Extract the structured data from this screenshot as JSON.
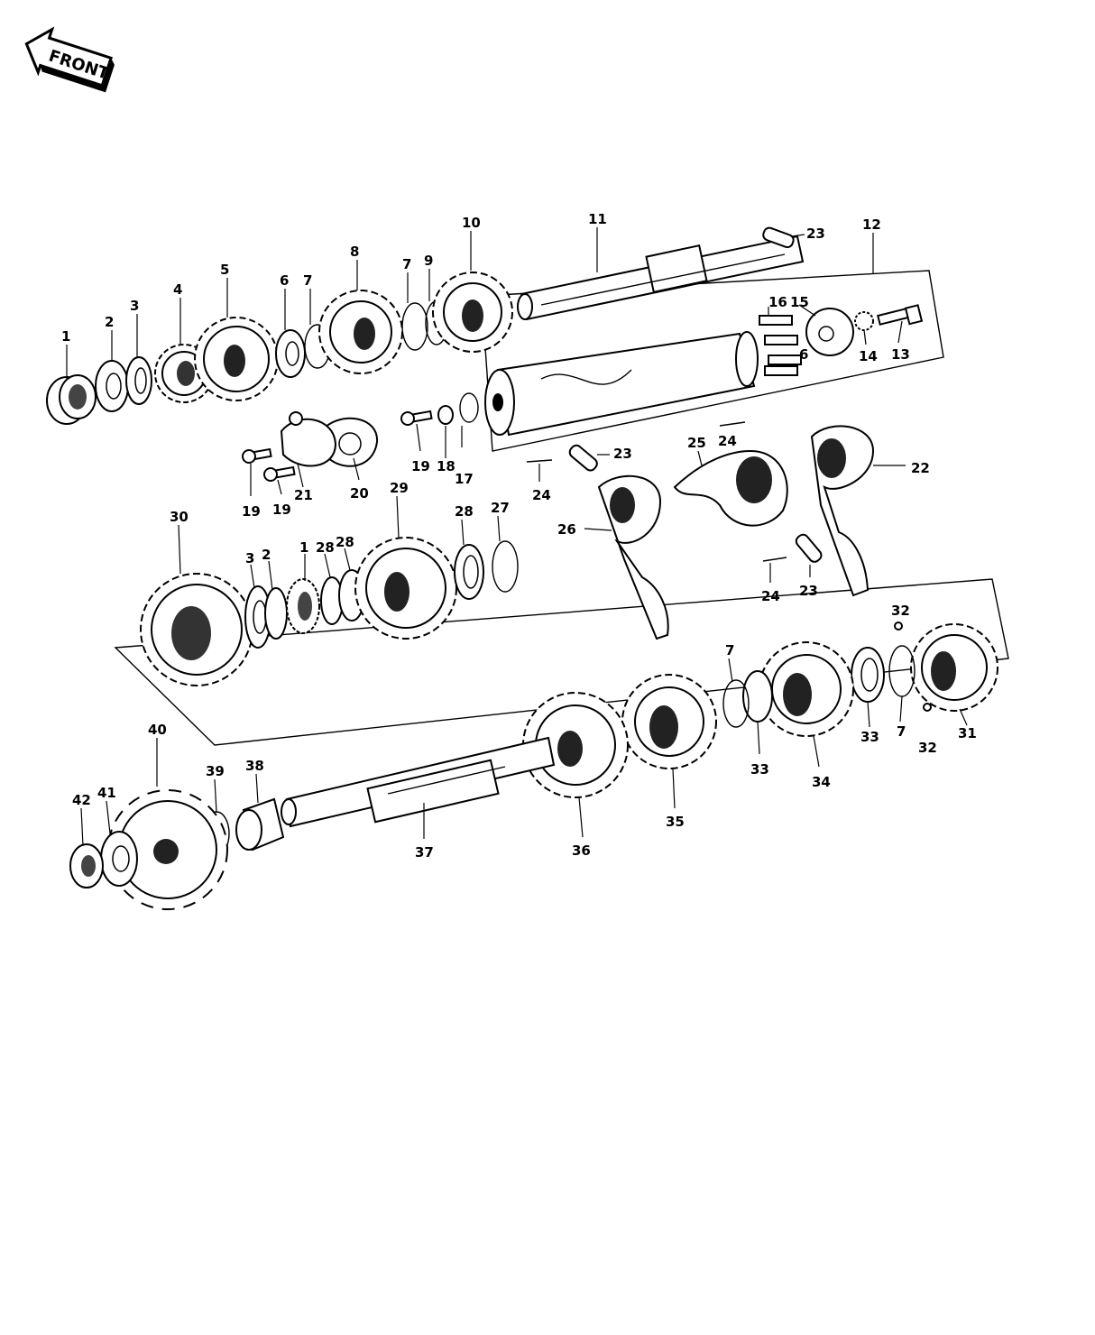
{
  "direction_label": "FRONT",
  "callouts": [
    "1",
    "2",
    "3",
    "4",
    "5",
    "6",
    "7",
    "8",
    "9",
    "10",
    "11",
    "12",
    "13",
    "14",
    "15",
    "16",
    "17",
    "18",
    "19",
    "20",
    "21",
    "22",
    "23",
    "24",
    "25",
    "26",
    "27",
    "28",
    "29",
    "30",
    "31",
    "32",
    "33",
    "34",
    "35",
    "36",
    "37",
    "38",
    "39",
    "40",
    "41",
    "42"
  ],
  "extra_callouts": {
    "c7b": "7",
    "c7c": "7",
    "c7d": "7",
    "c6b": "6",
    "c19b": "19",
    "c19c": "19",
    "c23b": "23",
    "c23c": "23",
    "c24b": "24",
    "c24c": "24",
    "c28b": "28",
    "c28c": "28",
    "c1b": "1",
    "c2b": "2",
    "c3b": "3",
    "c32b": "32",
    "c33b": "33"
  }
}
